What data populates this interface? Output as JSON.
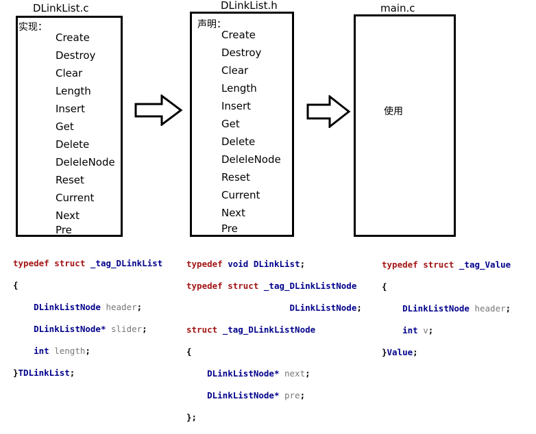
{
  "files": {
    "c": {
      "title": "DLinkList.c",
      "head": "实现：",
      "functions": [
        "Create",
        "Destroy",
        "Clear",
        "Length",
        "Insert",
        "Get",
        "Delete",
        "DeleleNode",
        "Reset",
        "Current",
        "Next",
        "Pre"
      ]
    },
    "h": {
      "title": "DLinkList.h",
      "head": "声明：",
      "functions": [
        "Create",
        "Destroy",
        "Clear",
        "Length",
        "Insert",
        "Get",
        "Delete",
        "DeleleNode",
        "Reset",
        "Current",
        "Next",
        "Pre"
      ]
    },
    "main": {
      "title": "main.c",
      "use_label": "使用"
    }
  },
  "code": {
    "c": {
      "l1_kw": "typedef struct",
      "l1_id": "_tag_DLinkList",
      "l2": "{",
      "l3_ty": "DLinkListNode",
      "l3_var": "header",
      "l3_pn": ";",
      "l4_ty": "DLinkListNode*",
      "l4_var": "slider",
      "l4_pn": ";",
      "l5_ty": "int",
      "l5_var": "length",
      "l5_pn": ";",
      "l6_pn": "}",
      "l6_id": "TDLinkList",
      "l6_end": ";"
    },
    "h": {
      "l1_kw": "typedef",
      "l1_ty": "void",
      "l1_id": "DLinkList",
      "l1_pn": ";",
      "l2_kw": "typedef struct",
      "l2_id": "_tag_DLinkListNode",
      "l3_id": "DLinkListNode",
      "l3_pn": ";",
      "l4_kw": "struct",
      "l4_id": "_tag_DLinkListNode",
      "l5": "{",
      "l6_ty": "DLinkListNode*",
      "l6_var": "next",
      "l6_pn": ";",
      "l7_ty": "DLinkListNode*",
      "l7_var": "pre",
      "l7_pn": ";",
      "l8": "};"
    },
    "main": {
      "l1_kw": "typedef struct",
      "l1_id": "_tag_Value",
      "l2": "{",
      "l3_ty": "DLinkListNode",
      "l3_var": "header",
      "l3_pn": ";",
      "l4_ty": "int",
      "l4_var": "v",
      "l4_pn": ";",
      "l5_pn": "}",
      "l5_id": "Value",
      "l5_end": ";"
    }
  }
}
